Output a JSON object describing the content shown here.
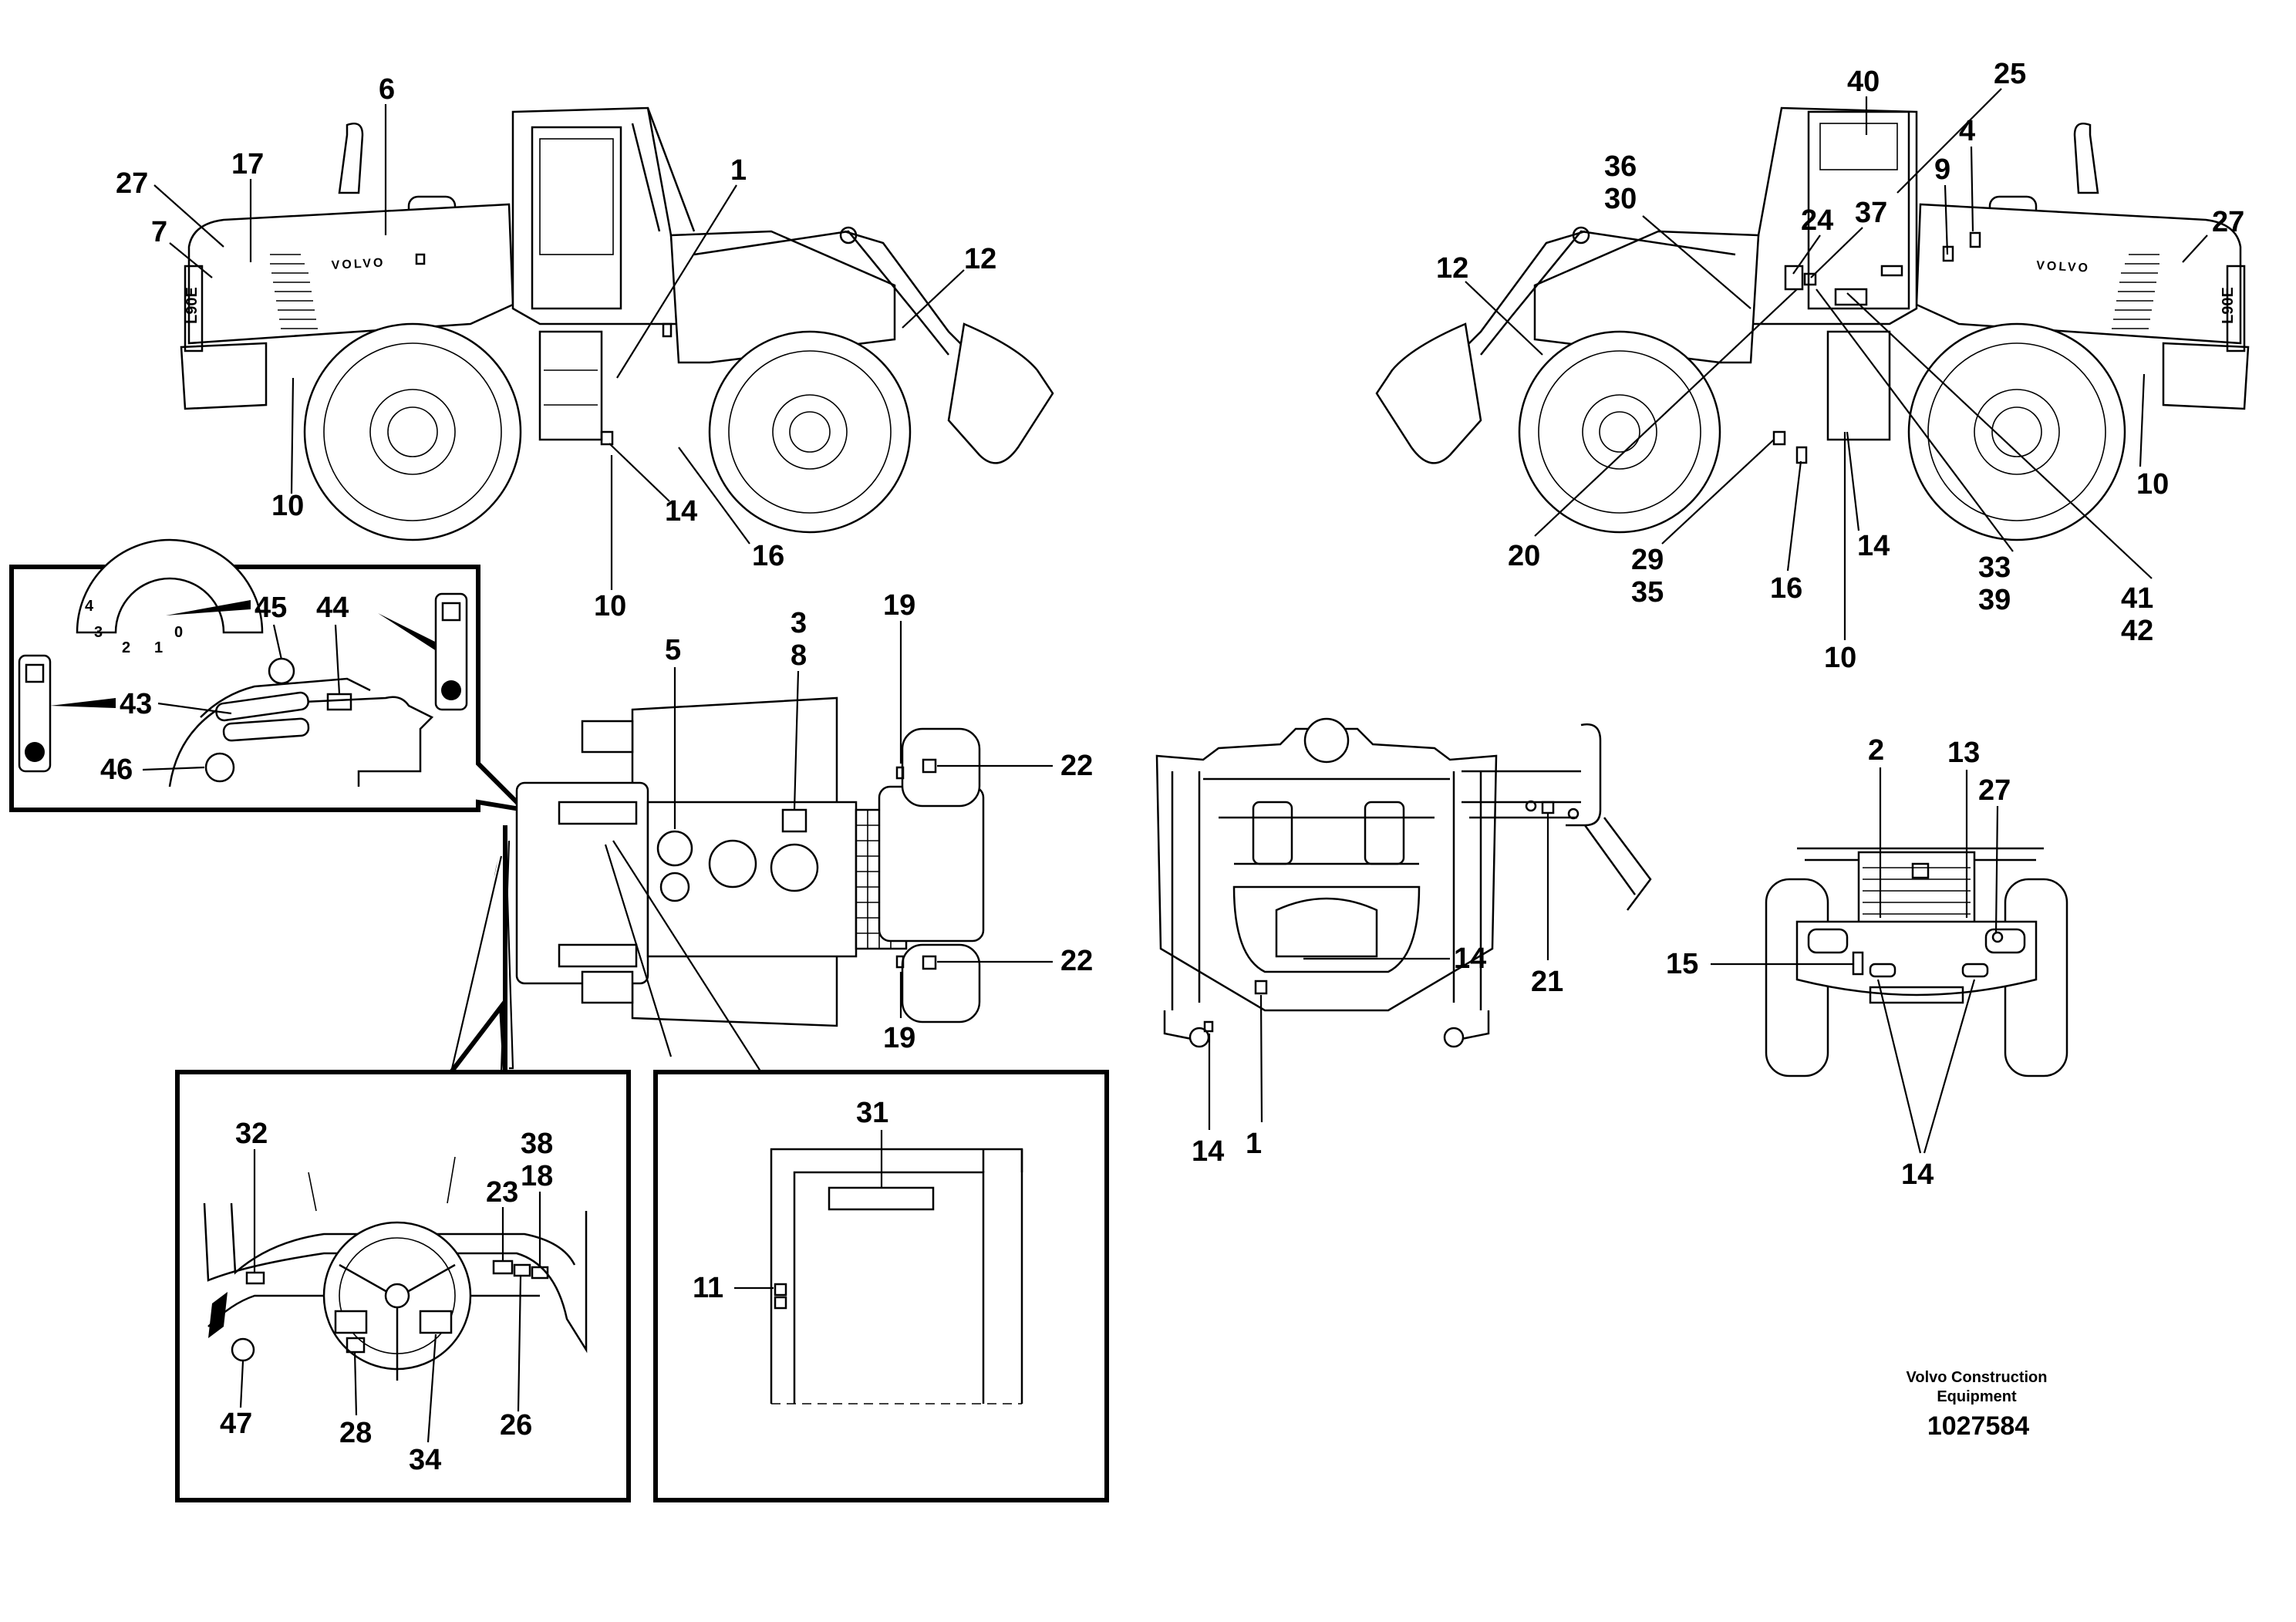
{
  "diagram": {
    "brand_mark": "VOLVO",
    "model_mark": "L90E",
    "footer": {
      "caption_line1": "Volvo Construction",
      "caption_line2": "Equipment",
      "document_number": "1027584"
    },
    "left_side_view": {
      "labels": [
        "27",
        "17",
        "7",
        "6",
        "1",
        "12",
        "10",
        "14",
        "16",
        "10"
      ]
    },
    "right_side_view": {
      "labels": [
        "40",
        "25",
        "36",
        "30",
        "9",
        "4",
        "24",
        "37",
        "27",
        "12",
        "10",
        "20",
        "29",
        "35",
        "16",
        "14",
        "33",
        "39",
        "41",
        "42",
        "10"
      ]
    },
    "control_panel_inset": {
      "labels": [
        "45",
        "44",
        "43",
        "46"
      ],
      "gauge_scale": [
        "4",
        "3",
        "2",
        "1",
        "0"
      ]
    },
    "top_view": {
      "labels": [
        "5",
        "3",
        "8",
        "19",
        "22",
        "22",
        "19"
      ]
    },
    "dashboard_inset": {
      "labels": [
        "32",
        "38",
        "18",
        "23",
        "47",
        "28",
        "34",
        "26"
      ]
    },
    "door_inset": {
      "labels": [
        "31",
        "11"
      ]
    },
    "frame_view": {
      "labels": [
        "14",
        "14",
        "1"
      ]
    },
    "step_view": {
      "labels": [
        "21"
      ]
    },
    "rear_view": {
      "labels": [
        "2",
        "13",
        "27",
        "15",
        "14"
      ]
    }
  }
}
